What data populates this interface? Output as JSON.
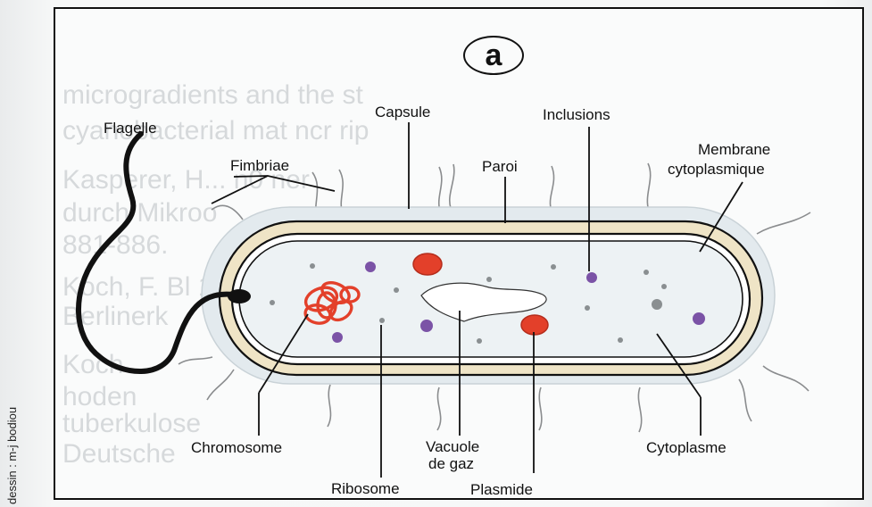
{
  "panel_letter": "a",
  "credit": "dessin : m-j bodiou",
  "labels": {
    "flagelle": "Flagelle",
    "fimbriae": "Fimbriae",
    "capsule": "Capsule",
    "inclusions": "Inclusions",
    "membrane_line1": "Membrane",
    "membrane_line2": "cytoplasmique",
    "paroi": "Paroi",
    "chromosome": "Chromosome",
    "ribosome": "Ribosome",
    "vacuole_line1": "Vacuole",
    "vacuole_line2": "de gaz",
    "plasmide": "Plasmide",
    "cytoplasme": "Cytoplasme"
  },
  "bleed_through_lines": [
    "microgradients  and  the  st",
    "cyanobacterial mat   ncr   rip",
    "Kasperer, H...   n0   ner",
    "durch Mikroo",
    "881-886.",
    "Koch,  F.   Bl    1)",
    "Berlinerk",
    "Koch",
    "hoden",
    "tuberkulose",
    "Deutsche"
  ],
  "colors": {
    "capsule_fill": "#e3eaee",
    "wall_fill": "#efe4c6",
    "cytoplasm_fill": "#edf2f4",
    "chromosome": "#e3402a",
    "plasmid": "#e3402a",
    "inclusion": "#7b53a6",
    "ribosome": "#8a8f91",
    "outline": "#111111"
  }
}
